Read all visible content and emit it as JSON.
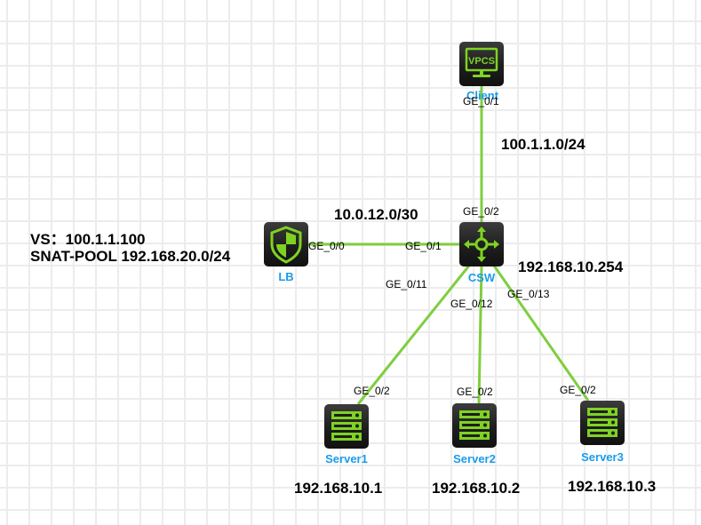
{
  "diagram": {
    "link_color": "#7fce3f",
    "label_color": "#1a9bea",
    "devices": {
      "client": {
        "label": "Client",
        "icon": "vpcs-monitor-icon",
        "icon_text": "VPCS"
      },
      "csw": {
        "label": "CSW",
        "icon": "switch-arrows-icon"
      },
      "lb": {
        "label": "LB",
        "icon": "shield-icon"
      },
      "server1": {
        "label": "Server1",
        "icon": "server-icon"
      },
      "server2": {
        "label": "Server2",
        "icon": "server-icon"
      },
      "server3": {
        "label": "Server3",
        "icon": "server-icon"
      }
    },
    "ports": {
      "client_ge": "GE_0/1",
      "csw_to_client": "GE_0/2",
      "lb_ge": "GE_0/0",
      "csw_to_lb": "GE_0/1",
      "csw_to_server1": "GE_0/11",
      "csw_to_server2": "GE_0/12",
      "csw_to_server3": "GE_0/13",
      "server1_ge": "GE_0/2",
      "server2_ge": "GE_0/2",
      "server3_ge": "GE_0/2"
    },
    "networks": {
      "client_net": "100.1.1.0/24",
      "lb_link_net": "10.0.12.0/30",
      "csw_gateway": "192.168.10.254",
      "vs": "VS：100.1.1.100",
      "snat_pool": "SNAT-POOL 192.168.20.0/24",
      "server1_ip": "192.168.10.1",
      "server2_ip": "192.168.10.2",
      "server3_ip": "192.168.10.3"
    }
  }
}
